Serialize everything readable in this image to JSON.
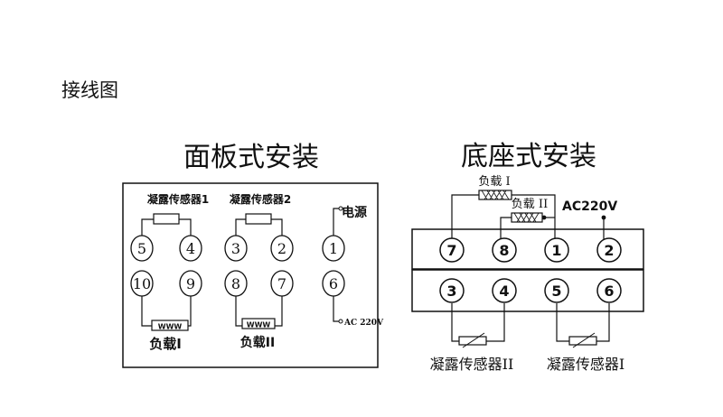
{
  "page": {
    "title": "接线图"
  },
  "panel": {
    "title": "面板式安装",
    "sensor1_label": "凝露传感器1",
    "sensor2_label": "凝露传感器2",
    "power_label": "电源",
    "ac_label": "AC 220V",
    "load1_label": "负载I",
    "load2_label": "负载II",
    "terminals": [
      "5",
      "4",
      "3",
      "2",
      "1",
      "10",
      "9",
      "8",
      "7",
      "6"
    ]
  },
  "base": {
    "title": "底座式安装",
    "load1_label": "负载 I",
    "load2_label": "负载 II",
    "ac_label": "AC220V",
    "top_terminals": [
      "7",
      "8",
      "1",
      "2"
    ],
    "bottom_terminals": [
      "3",
      "4",
      "5",
      "6"
    ],
    "sensor2_label": "凝露传感器II",
    "sensor1_label": "凝露传感器I"
  }
}
